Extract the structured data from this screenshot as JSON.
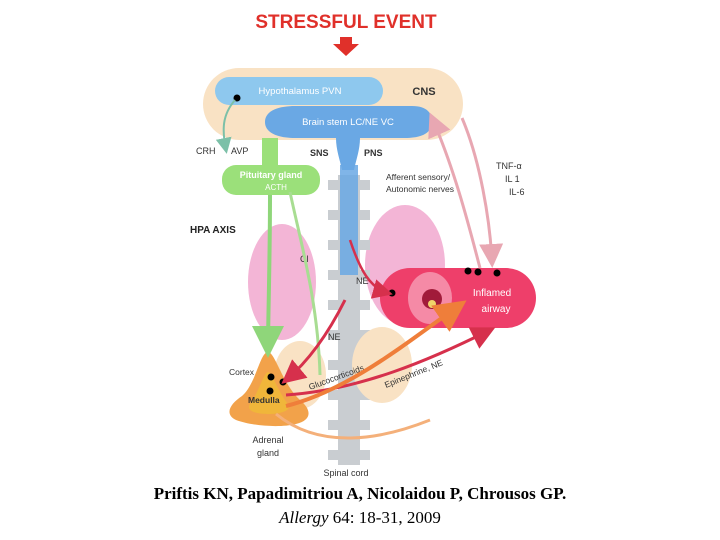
{
  "diagram": {
    "title": "STRESSFUL EVENT",
    "labels": {
      "cns": "CNS",
      "hypothalamus": "Hypothalamus PVN",
      "brainstem": "Brain stem LC/NE VC",
      "crh": "CRH",
      "avp": "AVP",
      "sns": "SNS",
      "pns": "PNS",
      "afferent_line1": "Afferent sensory/",
      "afferent_line2": "Autonomic nerves",
      "tnf": "TNF-α",
      "il1": "IL 1",
      "il6": "IL-6",
      "pituitary": "Pituitary gland",
      "acth": "ACTH",
      "hpa_axis": "HPA AXIS",
      "ci": "Cl",
      "ne_upper": "NE",
      "ne_lower": "NE",
      "inflamed_line1": "Inflamed",
      "inflamed_line2": "airway",
      "cortex": "Cortex",
      "medulla": "Medulla",
      "glucocorticoids": "Glucocorticoids",
      "epinephrine": "Epinephrine, NE",
      "adrenal_line1": "Adrenal",
      "adrenal_line2": "gland",
      "spinal_cord": "Spinal cord"
    },
    "colors": {
      "title_red": "#e0302a",
      "cns_bg": "#f9e2c4",
      "hypothalamus_blue": "#8ec8ee",
      "brainstem_blue": "#6aa8e4",
      "pituitary_green": "#9be07a",
      "lung_pink": "#f3b5d6",
      "airway_red": "#ee3f6a",
      "adrenal_orange": "#f2a24a",
      "medulla_orange": "#f0b63a",
      "spine_gray": "#c9cdd1",
      "arrow_green": "#8fd67a",
      "arrow_red": "#d6304c",
      "arrow_orange": "#ef7e3a",
      "arrow_pink": "#e8a7b2"
    }
  },
  "caption": {
    "authors": "Priftis KN, Papadimitriou A, Nicolaidou P, Chrousos GP.",
    "journal": "Allergy",
    "citation": " 64: 18-31, 2009"
  }
}
